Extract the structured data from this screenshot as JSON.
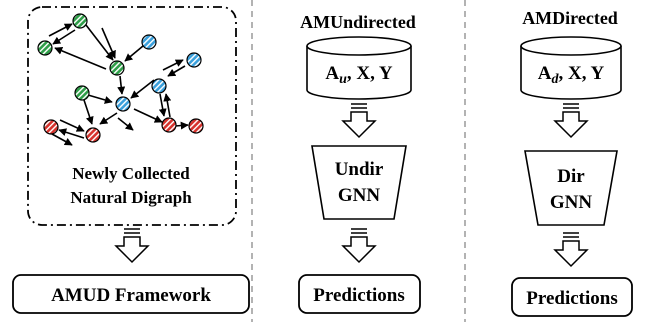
{
  "left_panel": {
    "graph_caption_line1": "Newly Collected",
    "graph_caption_line2": "Natural Digraph",
    "output_label": "AMUD Framework"
  },
  "middle_panel": {
    "title": "AMUndirected",
    "data_label_main": "A",
    "data_label_sub": "u",
    "data_label_rest": ", X, Y",
    "model_line1": "Undir",
    "model_line2": "GNN",
    "output_label": "Predictions"
  },
  "right_panel": {
    "title": "AMDirected",
    "data_label_main": "A",
    "data_label_sub": "d",
    "data_label_rest": ", X, Y",
    "model_line1": "Dir",
    "model_line2": "GNN",
    "output_label": "Predictions"
  },
  "colors": {
    "node_green": "#2e9e48",
    "node_blue": "#3aa0dc",
    "node_red": "#d6322c",
    "divider": "#9a9a9a"
  }
}
